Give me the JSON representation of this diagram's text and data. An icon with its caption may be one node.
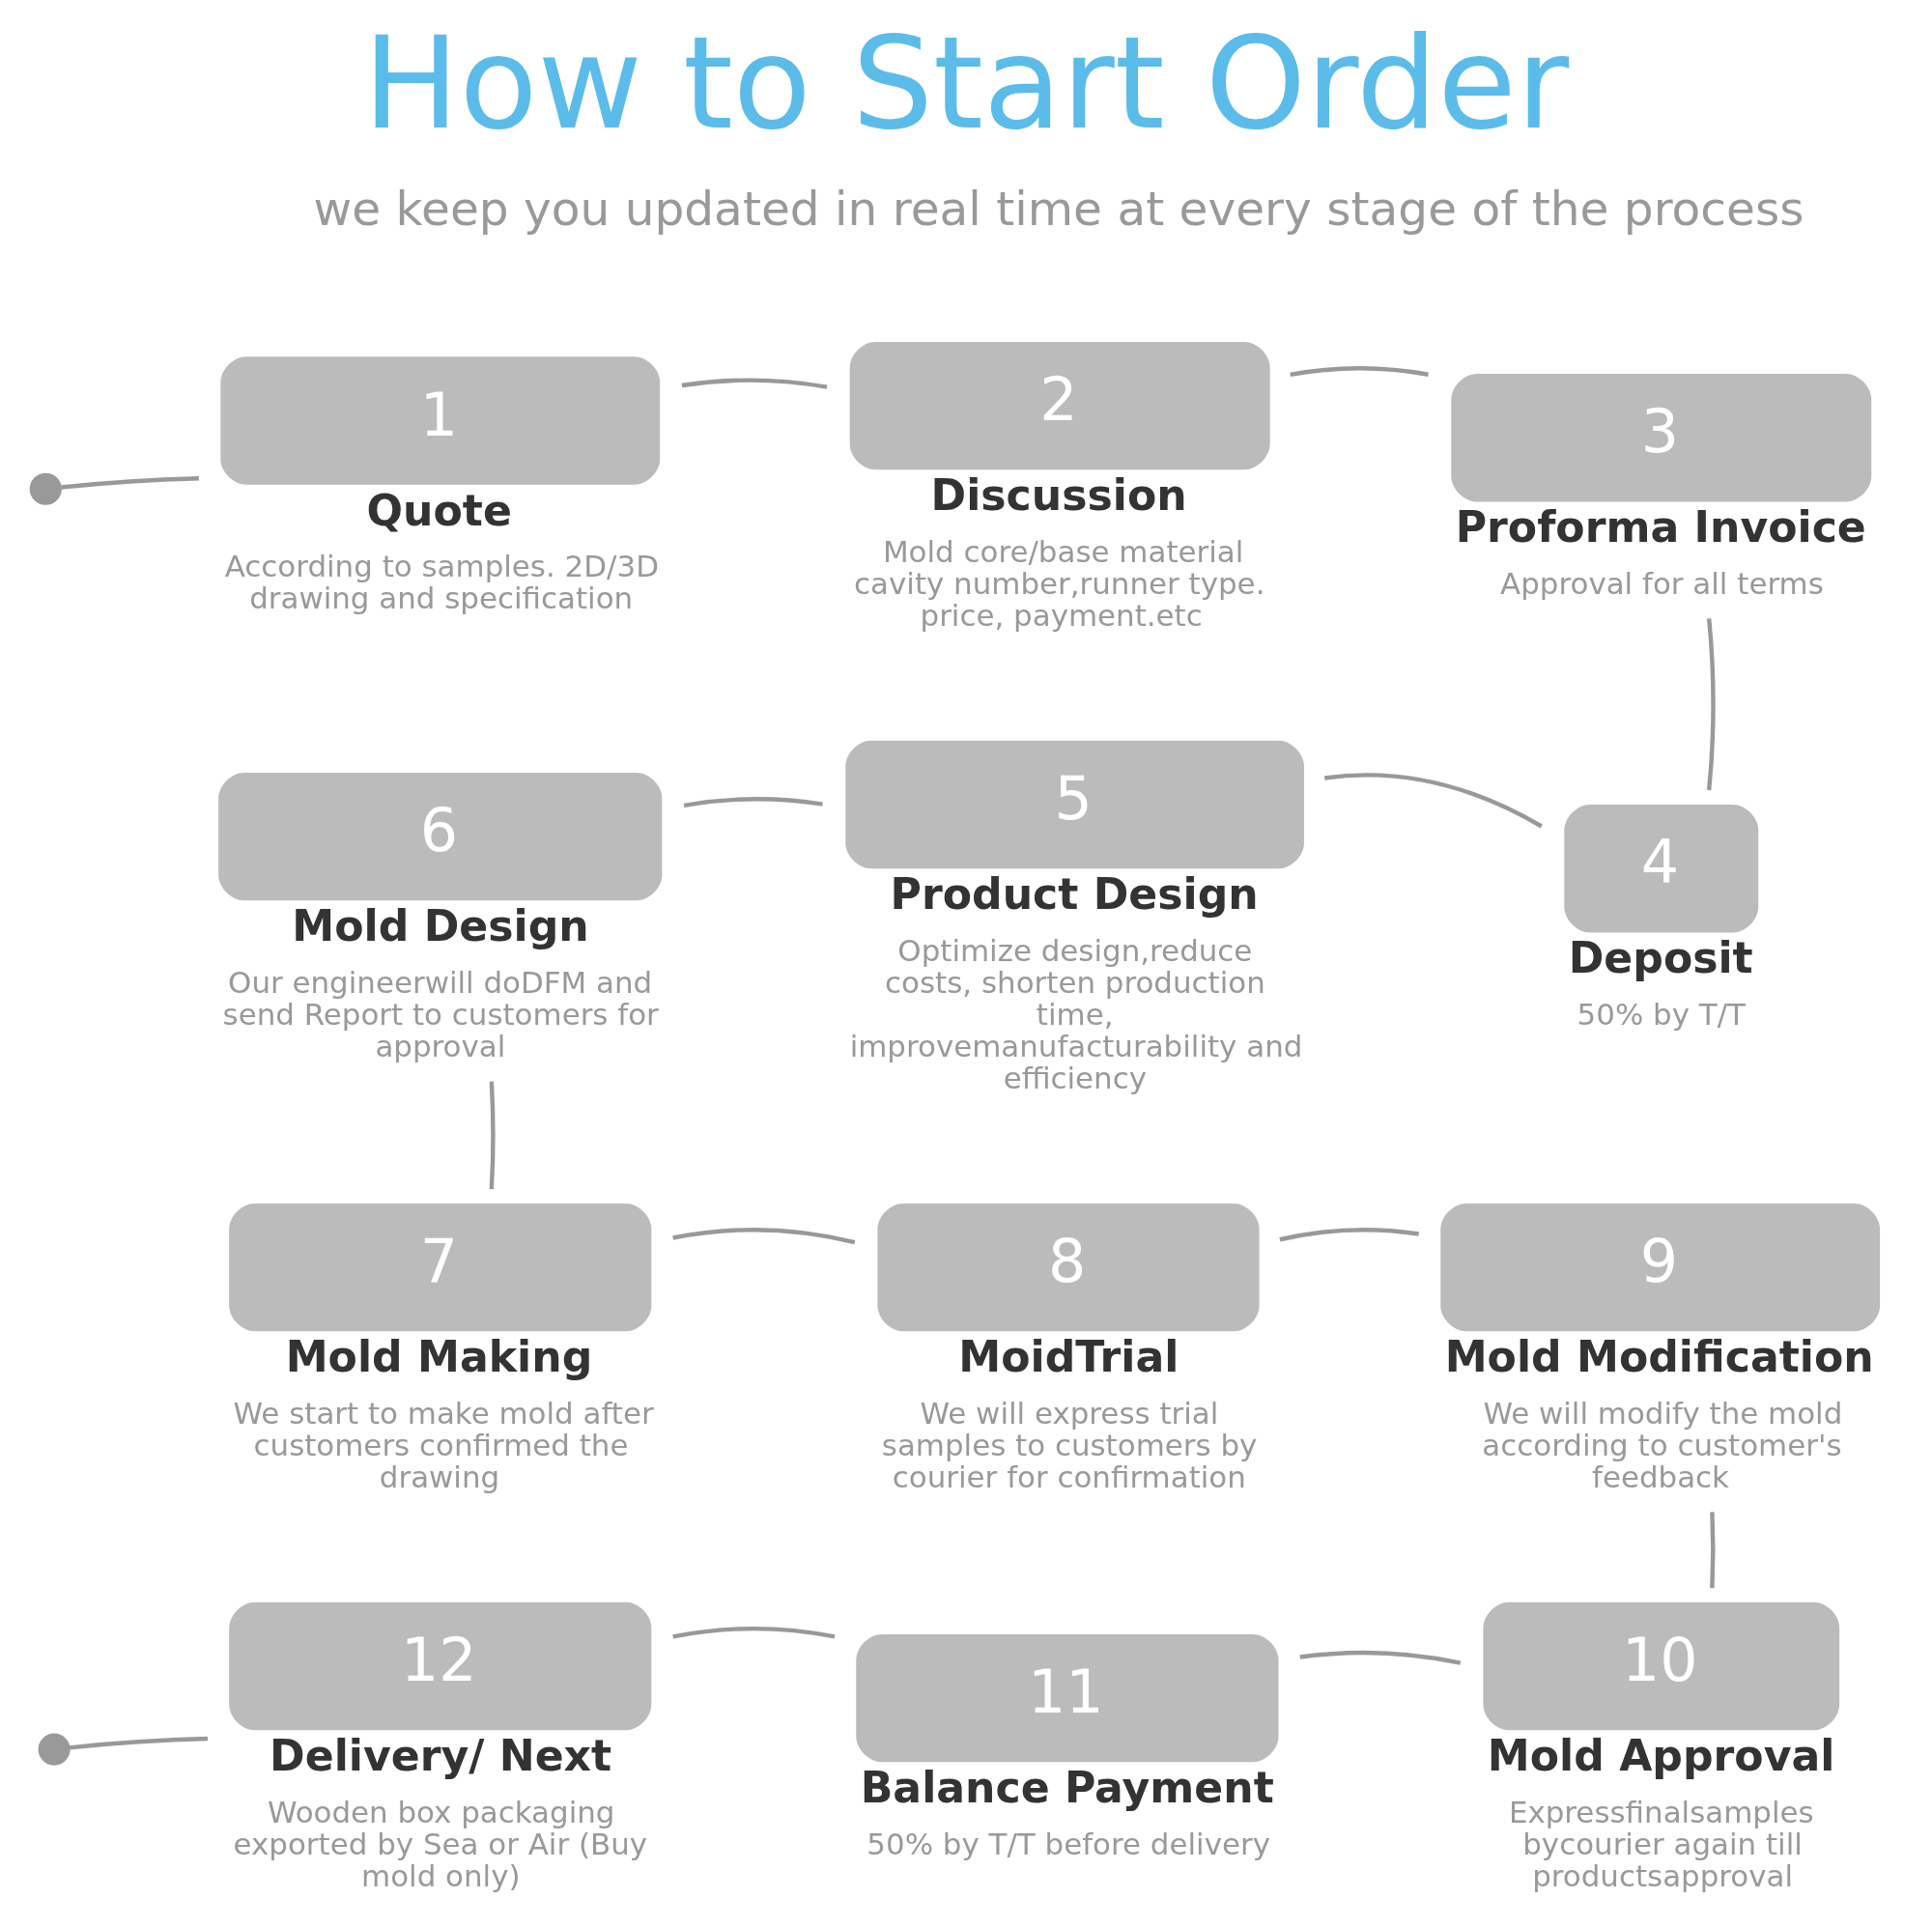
{
  "diagram": {
    "title": "How to Start Order",
    "nodes": [
      {
        "text": [],
        "shape": "circle"
      },
      {
        "text": [
          "1",
          "Quote",
          "According to samples. 2D/3D drawing and specification"
        ]
      },
      {
        "text": [
          "2",
          "Discussion",
          "Mold core/base material cavity number,runner type. price, payment.etc"
        ]
      },
      {
        "text": [
          "3",
          "Proforma Invoice",
          "Approval for all terms"
        ]
      },
      {
        "text": [
          "4",
          "Deposit",
          "50% by T/T"
        ]
      },
      {
        "text": [
          "5",
          "Product Design",
          "Optimize design,reduce costs, shorten production time, improvemanufacturability and efficiency"
        ]
      },
      {
        "text": [
          "6",
          "Mold Design",
          "Our engineerwill doDFM and send Report to customers for approval"
        ]
      },
      {
        "text": [
          "7",
          "Mold Making",
          "We start to make mold after customers confirmed the drawing"
        ]
      },
      {
        "text": [
          "8",
          "MoidTrial",
          "We will express trial samples to customers by courier for confirmation"
        ]
      },
      {
        "text": [
          "9",
          "Mold Modification",
          "We will modify the mold according to customer's feedback"
        ]
      },
      {
        "text": [
          "10",
          "Mold Approval",
          "Expressfinalsamples bycourier again till productsapproval"
        ]
      },
      {
        "text": [
          "11",
          "Balance Payment",
          "50% by T/T before delivery"
        ]
      },
      {
        "text": [
          "12",
          "Delivery/ Next",
          "Wooden box packaging exported by Sea or Air (Buy mold only)"
        ]
      },
      {
        "text": [],
        "shape": "circle"
      }
    ],
    "edges": [
      {
        "from": 0,
        "to": 1,
        "arrow": "none"
      },
      {
        "from": 1,
        "to": 2,
        "arrow": "none"
      },
      {
        "from": 2,
        "to": 3,
        "arrow": "none"
      },
      {
        "from": 3,
        "to": 4,
        "arrow": "none"
      },
      {
        "from": 4,
        "to": 5,
        "arrow": "none"
      },
      {
        "from": 5,
        "to": 6,
        "arrow": "none"
      },
      {
        "from": 6,
        "to": 7,
        "arrow": "none"
      },
      {
        "from": 7,
        "to": 8,
        "arrow": "none"
      },
      {
        "from": 8,
        "to": 9,
        "arrow": "none"
      },
      {
        "from": 9,
        "to": 10,
        "arrow": "none"
      },
      {
        "from": 10,
        "to": 11,
        "arrow": "none"
      },
      {
        "from": 11,
        "to": 12,
        "arrow": "none"
      },
      {
        "from": 12,
        "to": 13,
        "arrow": "none"
      }
    ],
    "labels": [
      "we keep you updated in real time at every stage of the process"
    ]
  }
}
